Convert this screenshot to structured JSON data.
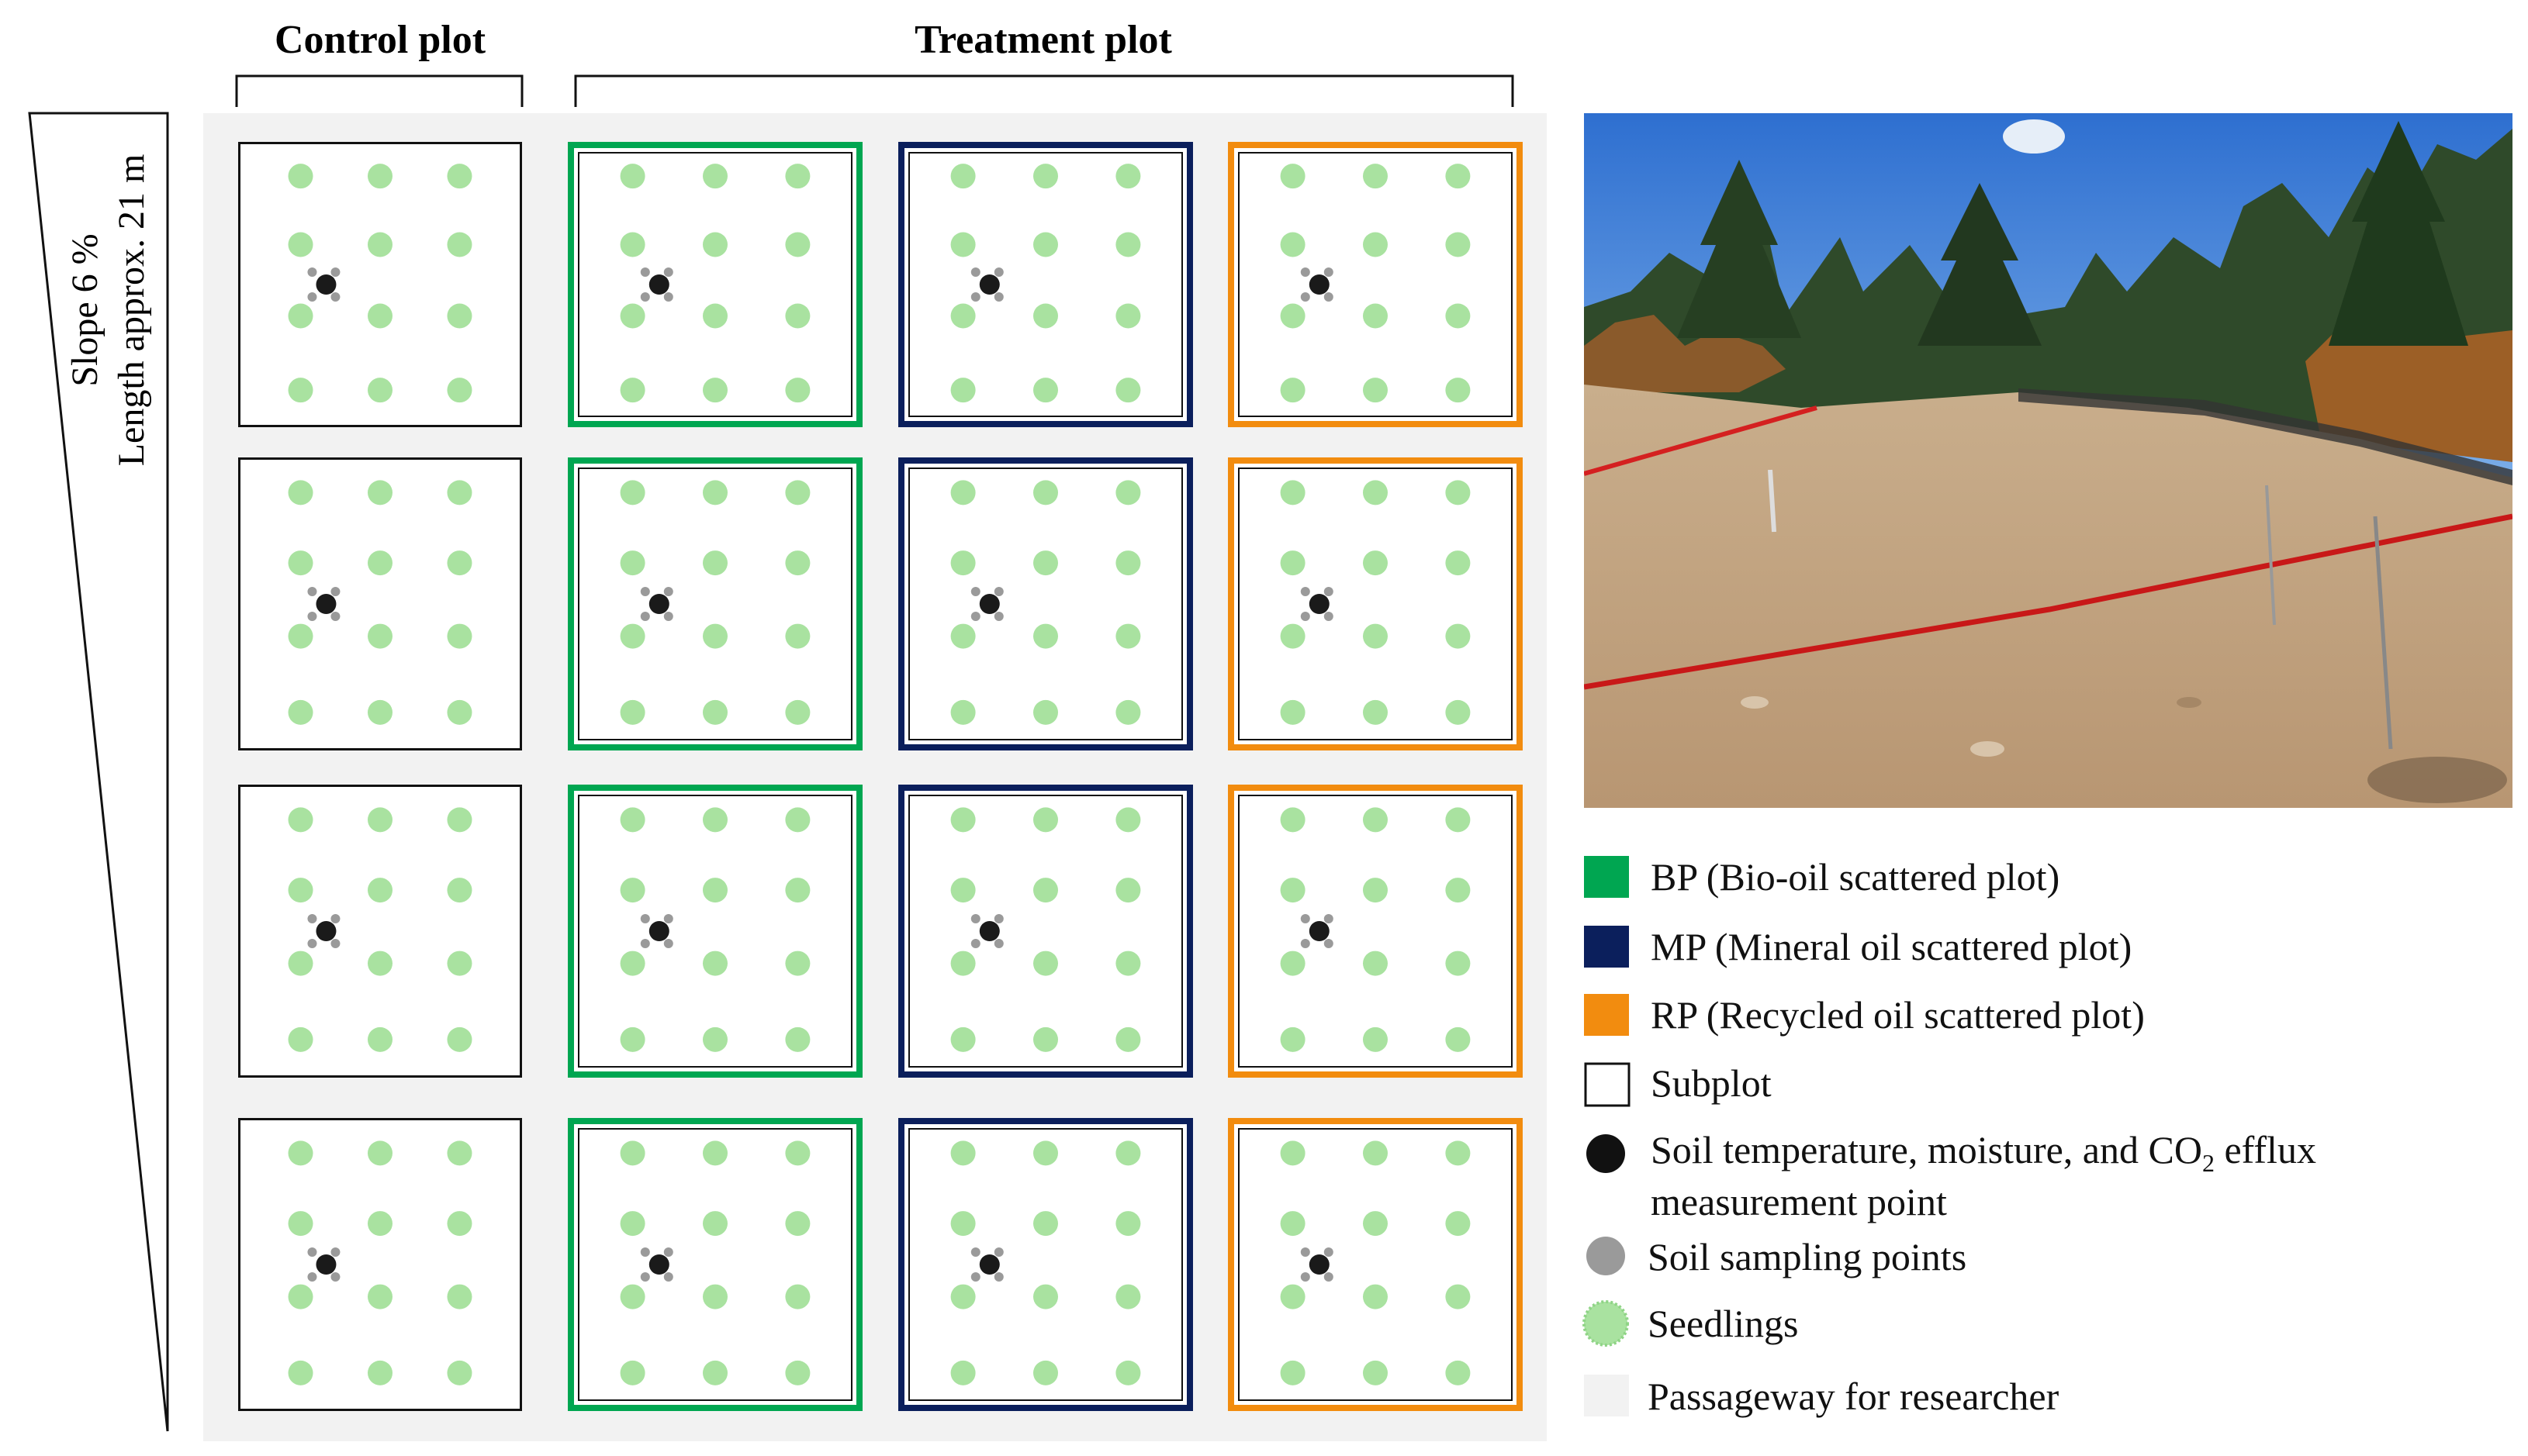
{
  "headers": {
    "control": "Control plot",
    "treatment": "Treatment plot"
  },
  "slope": {
    "line1": "Slope 6 %",
    "line2": "Length approx. 21 m"
  },
  "colors": {
    "bp": "#00a651",
    "mp": "#0b1f5c",
    "rp": "#f28c0f",
    "subplot_border": "#111111",
    "seedling": "#a9e2a0",
    "measurement_point": "#1a1a1a",
    "sampling_point": "#9a9a9a",
    "passageway": "#f2f2f2"
  },
  "grid": {
    "rows": 4,
    "columns": [
      "control",
      "bp",
      "mp",
      "rp"
    ],
    "seedlings_per_subplot": 12,
    "sampling_points_per_subplot": 4
  },
  "legend": {
    "bp": "BP (Bio-oil scattered plot)",
    "mp": "MP (Mineral oil scattered plot)",
    "rp": "RP (Recycled oil scattered plot)",
    "subplot": "Subplot",
    "measurement_line1_prefix": "Soil temperature, moisture, and CO",
    "measurement_line1_sub": "2",
    "measurement_line1_suffix": " efflux",
    "measurement_line2": "measurement point",
    "sampling": "Soil sampling points",
    "seedlings": "Seedlings",
    "passageway": "Passageway for researcher"
  }
}
